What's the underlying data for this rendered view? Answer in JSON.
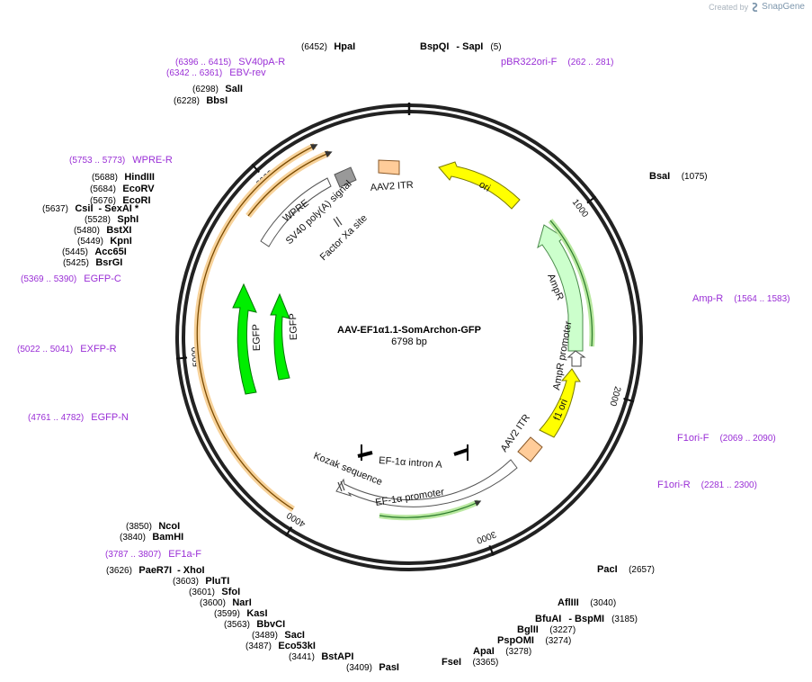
{
  "credit": {
    "prefix": "Created by",
    "brand": "SnapGene",
    "logo_icon": "snapgene-logo-icon"
  },
  "plasmid": {
    "name": "AAV-EF1α1.1-SomArchon-GFP",
    "size_label": "6798 bp",
    "length": 6798
  },
  "ticks": [
    "1000",
    "2000",
    "3000",
    "4000",
    "5000",
    "6000"
  ],
  "enzymes": [
    {
      "name": "HpaI",
      "pos": "(6452)",
      "site": 6452
    },
    {
      "name": "BspQI",
      "pos": "",
      "site": 5
    },
    {
      "name": "- SapI",
      "pos": "(5)",
      "site": 5
    },
    {
      "name": "SalI",
      "pos": "(6298)",
      "site": 6298
    },
    {
      "name": "BbsI",
      "pos": "(6228)",
      "site": 6228
    },
    {
      "name": "BsaI",
      "pos": "(1075)",
      "site": 1075
    },
    {
      "name": "HindIII",
      "pos": "(5688)",
      "site": 5688
    },
    {
      "name": "EcoRV",
      "pos": "(5684)",
      "site": 5684
    },
    {
      "name": "EcoRI",
      "pos": "(5676)",
      "site": 5676
    },
    {
      "name": "CsiI",
      "pos": "(5637)",
      "site": 5637
    },
    {
      "name": "- SexAI *",
      "pos": "",
      "site": 5637
    },
    {
      "name": "SphI",
      "pos": "(5528)",
      "site": 5528
    },
    {
      "name": "BstXI",
      "pos": "(5480)",
      "site": 5480
    },
    {
      "name": "KpnI",
      "pos": "(5449)",
      "site": 5449
    },
    {
      "name": "Acc65I",
      "pos": "(5445)",
      "site": 5445
    },
    {
      "name": "BsrGI",
      "pos": "(5425)",
      "site": 5425
    },
    {
      "name": "NcoI",
      "pos": "(3850)",
      "site": 3850
    },
    {
      "name": "BamHI",
      "pos": "(3840)",
      "site": 3840
    },
    {
      "name": "PaeR7I",
      "pos": "(3626)",
      "site": 3626
    },
    {
      "name": "- XhoI",
      "pos": "",
      "site": 3626
    },
    {
      "name": "PluTI",
      "pos": "(3603)",
      "site": 3603
    },
    {
      "name": "SfoI",
      "pos": "(3601)",
      "site": 3601
    },
    {
      "name": "NarI",
      "pos": "(3600)",
      "site": 3600
    },
    {
      "name": "KasI",
      "pos": "(3599)",
      "site": 3599
    },
    {
      "name": "BbvCI",
      "pos": "(3563)",
      "site": 3563
    },
    {
      "name": "SacI",
      "pos": "(3489)",
      "site": 3489
    },
    {
      "name": "Eco53kI",
      "pos": "(3487)",
      "site": 3487
    },
    {
      "name": "BstAPI",
      "pos": "(3441)",
      "site": 3441
    },
    {
      "name": "PasI",
      "pos": "(3409)",
      "site": 3409
    },
    {
      "name": "FseI",
      "pos": "(3365)",
      "site": 3365
    },
    {
      "name": "ApaI",
      "pos": "(3278)",
      "site": 3278
    },
    {
      "name": "PspOMI",
      "pos": "(3274)",
      "site": 3274
    },
    {
      "name": "BglII",
      "pos": "(3227)",
      "site": 3227
    },
    {
      "name": "BfuAI",
      "pos": "",
      "site": 3185
    },
    {
      "name": "- BspMI",
      "pos": "(3185)",
      "site": 3185
    },
    {
      "name": "AflIII",
      "pos": "(3040)",
      "site": 3040
    },
    {
      "name": "PacI",
      "pos": "(2657)",
      "site": 2657
    }
  ],
  "primers": [
    {
      "name": "SV40pA-R",
      "range": "(6396 .. 6415)",
      "site": 6405
    },
    {
      "name": "EBV-rev",
      "range": "(6342 .. 6361)",
      "site": 6351
    },
    {
      "name": "pBR322ori-F",
      "range": "(262 .. 281)",
      "site": 271
    },
    {
      "name": "WPRE-R",
      "range": "(5753 .. 5773)",
      "site": 5763
    },
    {
      "name": "EGFP-C",
      "range": "(5369 .. 5390)",
      "site": 5380
    },
    {
      "name": "Amp-R",
      "range": "(1564 .. 1583)",
      "site": 1573
    },
    {
      "name": "EXFP-R",
      "range": "(5022 .. 5041)",
      "site": 5031
    },
    {
      "name": "F1ori-F",
      "range": "(2069 .. 2090)",
      "site": 2080
    },
    {
      "name": "EGFP-N",
      "range": "(4761 .. 4782)",
      "site": 4771
    },
    {
      "name": "F1ori-R",
      "range": "(2281 .. 2300)",
      "site": 2290
    },
    {
      "name": "EF1a-F",
      "range": "(3787 .. 3807)",
      "site": 3797
    }
  ],
  "features": [
    {
      "label": "ori",
      "color": "#ffff00"
    },
    {
      "label": "AmpR",
      "color": "#ccffcc"
    },
    {
      "label": "AmpR promoter",
      "color": "#ffffff"
    },
    {
      "label": "f1 ori",
      "color": "#ffff00"
    },
    {
      "label": "AAV2 ITR",
      "color": "#ffcc99"
    },
    {
      "label": "AAV2 ITR",
      "color": "#ffcc99"
    },
    {
      "label": "EF-1α promoter",
      "color": "#ffffff"
    },
    {
      "label": "EF-1α intron A",
      "color": "#000000"
    },
    {
      "label": "Kozak sequence",
      "color": "#ffffff"
    },
    {
      "label": "EGFP",
      "color": "#00ee00"
    },
    {
      "label": "EGFP",
      "color": "#00ee00"
    },
    {
      "label": "WPRE",
      "color": "#ffffff"
    },
    {
      "label": "SV40 poly(A) signal",
      "color": "#999999"
    },
    {
      "label": "Factor Xa site",
      "color": "#ffffff"
    }
  ]
}
